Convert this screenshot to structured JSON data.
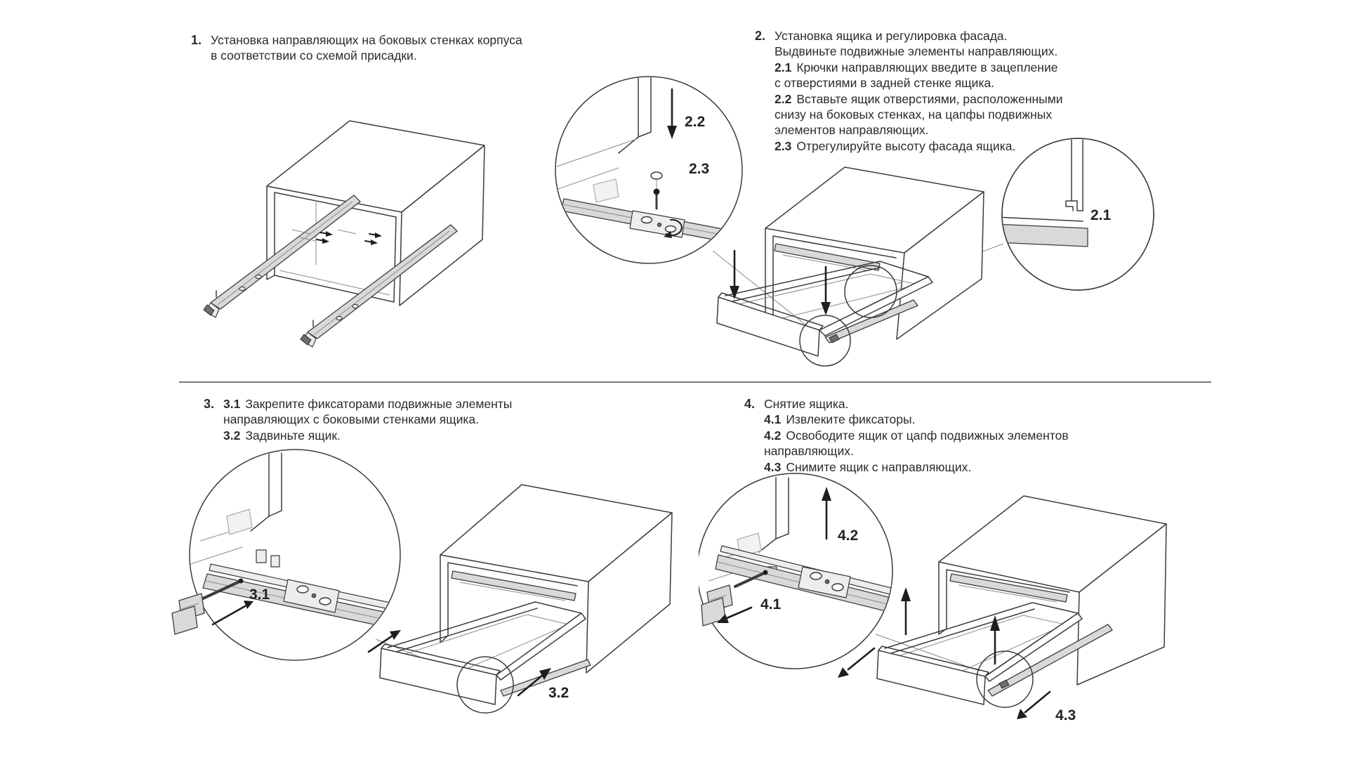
{
  "meta": {
    "background": "#ffffff",
    "line_color": "#3c3c3c",
    "fill_gray": "#d9d9d9",
    "text_color": "#2b2b2b",
    "divider_color": "#7a7a7a"
  },
  "steps": {
    "step1": {
      "number": "1.",
      "lines": [
        {
          "bold": "",
          "text": "Установка направляющих на боковых стенках корпуса"
        },
        {
          "bold": "",
          "text": "в соответствии со схемой присадки."
        }
      ]
    },
    "step2": {
      "number": "2.",
      "lines": [
        {
          "bold": "",
          "text": "Установка ящика и регулировка фасада."
        },
        {
          "bold": "",
          "text": "Выдвиньте подвижные элементы направляющих."
        },
        {
          "bold": "2.1",
          "text": "Крючки направляющих введите в зацепление"
        },
        {
          "bold": "",
          "text": "с отверстиями в задней стенке ящика."
        },
        {
          "bold": "2.2",
          "text": "Вставьте ящик отверстиями, расположенными"
        },
        {
          "bold": "",
          "text": "снизу на боковых стенках, на цапфы подвижных"
        },
        {
          "bold": "",
          "text": "элементов направляющих."
        },
        {
          "bold": "2.3",
          "text": "Отрегулируйте высоту фасада ящика."
        }
      ]
    },
    "step3": {
      "number": "3.",
      "lines": [
        {
          "bold": "3.1",
          "text": "Закрепите фиксаторами подвижные элементы"
        },
        {
          "bold": "",
          "text": "направляющих с боковыми стенками ящика."
        },
        {
          "bold": "3.2",
          "text": "Задвиньте ящик."
        }
      ]
    },
    "step4": {
      "number": "4.",
      "lines": [
        {
          "bold": "",
          "text": "Снятие ящика."
        },
        {
          "bold": "4.1",
          "text": "Извлеките фиксаторы."
        },
        {
          "bold": "4.2",
          "text": "Освободите ящик от цапф подвижных элементов"
        },
        {
          "bold": "",
          "text": "направляющих."
        },
        {
          "bold": "4.3",
          "text": "Снимите ящик с направляющих."
        }
      ]
    }
  },
  "figures": {
    "fig2": {
      "labels": {
        "insert": "2.2",
        "adjust": "2.3",
        "hook": "2.1"
      }
    },
    "fig3": {
      "labels": {
        "fixator": "3.1",
        "push": "3.2"
      }
    },
    "fig4": {
      "labels": {
        "fixator": "4.1",
        "release": "4.2",
        "remove": "4.3"
      }
    }
  }
}
